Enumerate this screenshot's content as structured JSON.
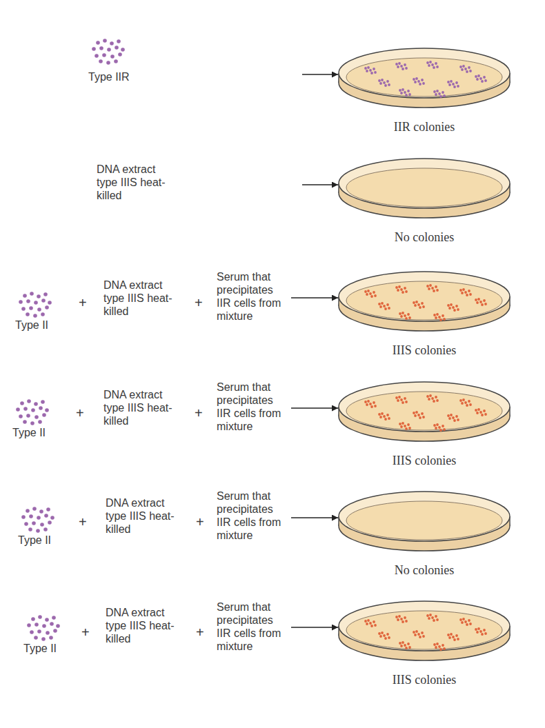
{
  "diagram": {
    "nodes": [
      {
        "text": [
          "Type IIR"
        ]
      },
      {
        "text": [
          "IIR colonies"
        ]
      },
      {
        "text": [
          "DNA extract type IIIS heat-killed"
        ]
      },
      {
        "text": [
          "No colonies"
        ]
      },
      {
        "text": [
          "Type II"
        ]
      },
      {
        "text": [
          "DNA extract type IIIS heat-killed"
        ]
      },
      {
        "text": [
          "Serum that precipitates IIR cells from mixture"
        ]
      },
      {
        "text": [
          "IIIS colonies"
        ]
      },
      {
        "text": [
          "Type II"
        ]
      },
      {
        "text": [
          "DNA extract type IIIS heat-killed"
        ]
      },
      {
        "text": [
          "Serum that precipitates IIR cells from mixture"
        ]
      },
      {
        "text": [
          "IIIS colonies"
        ]
      },
      {
        "text": [
          "Type II"
        ]
      },
      {
        "text": [
          "DNA extract type IIIS heat-killed"
        ]
      },
      {
        "text": [
          "Serum that precipitates IIR cells from mixture"
        ]
      },
      {
        "text": [
          "No colonies"
        ]
      },
      {
        "text": [
          "Type II"
        ]
      },
      {
        "text": [
          "DNA extract type IIIS heat-killed"
        ]
      },
      {
        "text": [
          "Serum that precipitates IIR cells from mixture"
        ]
      },
      {
        "text": [
          "IIIS colonies"
        ]
      }
    ],
    "edges": [
      {
        "from": 0,
        "to": 1,
        "arrow": "to"
      },
      {
        "from": 2,
        "to": 3,
        "arrow": "to"
      },
      {
        "from": 6,
        "to": 7,
        "arrow": "to"
      },
      {
        "from": 10,
        "to": 11,
        "arrow": "to"
      },
      {
        "from": 14,
        "to": 15,
        "arrow": "to"
      },
      {
        "from": 18,
        "to": 19,
        "arrow": "to"
      }
    ],
    "labels": [
      "+",
      "+",
      "+",
      "+",
      "+",
      "+",
      "+",
      "+"
    ]
  }
}
